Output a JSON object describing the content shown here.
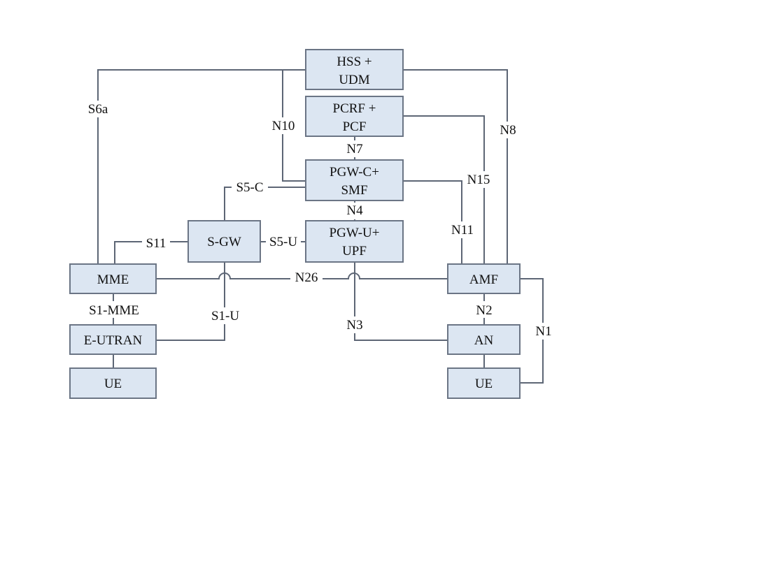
{
  "nodes": {
    "hss_udm": [
      "HSS +",
      "UDM"
    ],
    "pcrf_pcf": [
      "PCRF +",
      "PCF"
    ],
    "pgwc_smf": [
      "PGW-C+",
      "SMF"
    ],
    "pgwu_upf": [
      "PGW-U+",
      "UPF"
    ],
    "sgw": [
      "S-GW"
    ],
    "mme": [
      "MME"
    ],
    "eutran": [
      "E-UTRAN"
    ],
    "ue_left": [
      "UE"
    ],
    "amf": [
      "AMF"
    ],
    "an": [
      "AN"
    ],
    "ue_right": [
      "UE"
    ]
  },
  "interfaces": {
    "s6a": "S6a",
    "n10": "N10",
    "n8": "N8",
    "n7": "N7",
    "n15": "N15",
    "s5c": "S5-C",
    "n4": "N4",
    "s11": "S11",
    "s5u": "S5-U",
    "n11": "N11",
    "n26": "N26",
    "s1mme": "S1-MME",
    "s1u": "S1-U",
    "n2": "N2",
    "n3": "N3",
    "n1": "N1"
  },
  "colors": {
    "node_fill": "#dce6f2",
    "node_border": "#6b7585",
    "line": "#5d6675"
  }
}
